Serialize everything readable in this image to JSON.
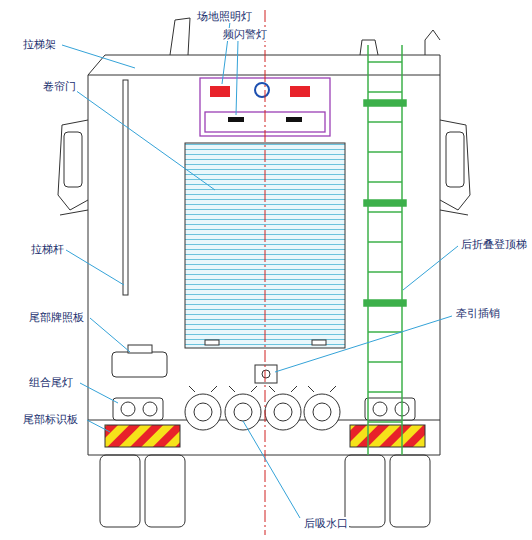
{
  "diagram": {
    "labels": [
      "拉梯架",
      "场地照明灯",
      "频闪警灯",
      "卷帘门",
      "拉梯杆",
      "后折叠登顶梯",
      "尾部牌照板",
      "牵引插销",
      "组合尾灯",
      "尾部标识板",
      "后吸水口"
    ]
  }
}
